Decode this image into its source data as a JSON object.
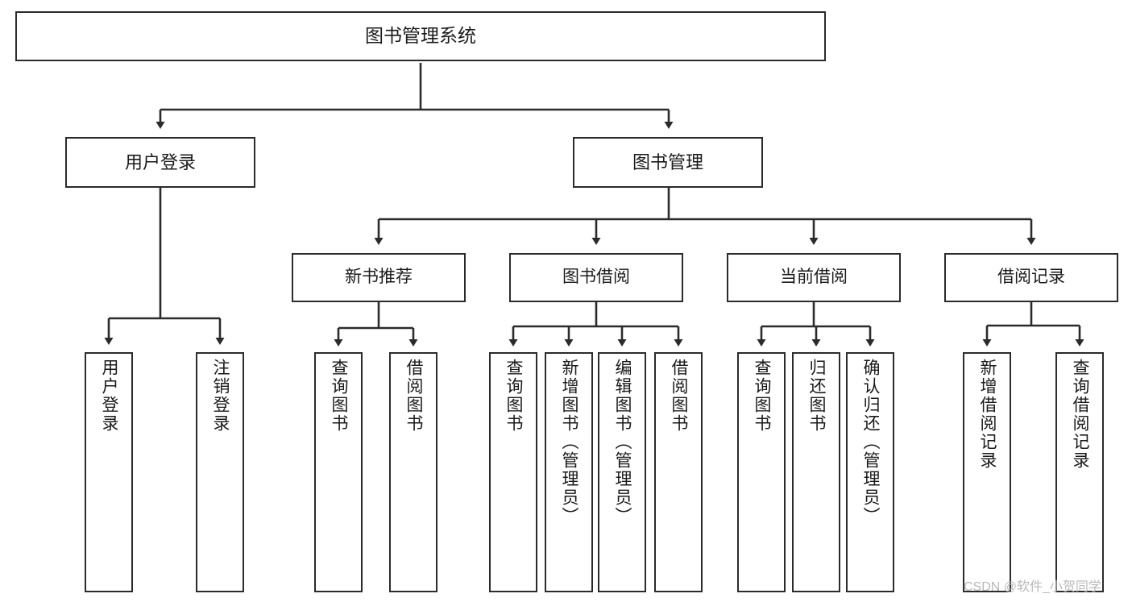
{
  "diagram": {
    "title": "图书管理系统",
    "type": "functional-hierarchy-tree",
    "watermark": "CSDN @软件_小贺同学",
    "colors": {
      "background": "#ffffff",
      "box_border": "#2b2b2b",
      "box_fill": "#ffffff",
      "connector": "#2b2b2b",
      "text": "#1a1a1a",
      "watermark": "#b9b9b9"
    },
    "root": {
      "id": "root",
      "label": "图书管理系统"
    },
    "level2": [
      {
        "id": "user-login",
        "label": "用户登录"
      },
      {
        "id": "book-manage",
        "label": "图书管理"
      }
    ],
    "level3": [
      {
        "id": "new-book-recommend",
        "label": "新书推荐",
        "parent": "book-manage"
      },
      {
        "id": "book-borrow",
        "label": "图书借阅",
        "parent": "book-manage"
      },
      {
        "id": "current-borrow",
        "label": "当前借阅",
        "parent": "book-manage"
      },
      {
        "id": "borrow-record",
        "label": "借阅记录",
        "parent": "book-manage"
      }
    ],
    "leaves": [
      {
        "id": "leaf-user-login",
        "label": "用户登录",
        "parent": "user-login"
      },
      {
        "id": "leaf-logout-login",
        "label": "注销登录",
        "parent": "user-login"
      },
      {
        "id": "leaf-query-book-1",
        "label": "查询图书",
        "parent": "new-book-recommend"
      },
      {
        "id": "leaf-borrow-book-1",
        "label": "借阅图书",
        "parent": "new-book-recommend"
      },
      {
        "id": "leaf-query-book-2",
        "label": "查询图书",
        "parent": "book-borrow"
      },
      {
        "id": "leaf-add-book",
        "label": "新增图书（管理员）",
        "parent": "book-borrow"
      },
      {
        "id": "leaf-edit-book",
        "label": "编辑图书（管理员）",
        "parent": "book-borrow"
      },
      {
        "id": "leaf-borrow-book-2",
        "label": "借阅图书",
        "parent": "book-borrow"
      },
      {
        "id": "leaf-query-book-3",
        "label": "查询图书",
        "parent": "current-borrow"
      },
      {
        "id": "leaf-return-book",
        "label": "归还图书",
        "parent": "current-borrow"
      },
      {
        "id": "leaf-confirm-return",
        "label": "确认归还（管理员）",
        "parent": "current-borrow"
      },
      {
        "id": "leaf-add-record",
        "label": "新增借阅记录",
        "parent": "borrow-record"
      },
      {
        "id": "leaf-query-record",
        "label": "查询借阅记录",
        "parent": "borrow-record"
      }
    ]
  }
}
